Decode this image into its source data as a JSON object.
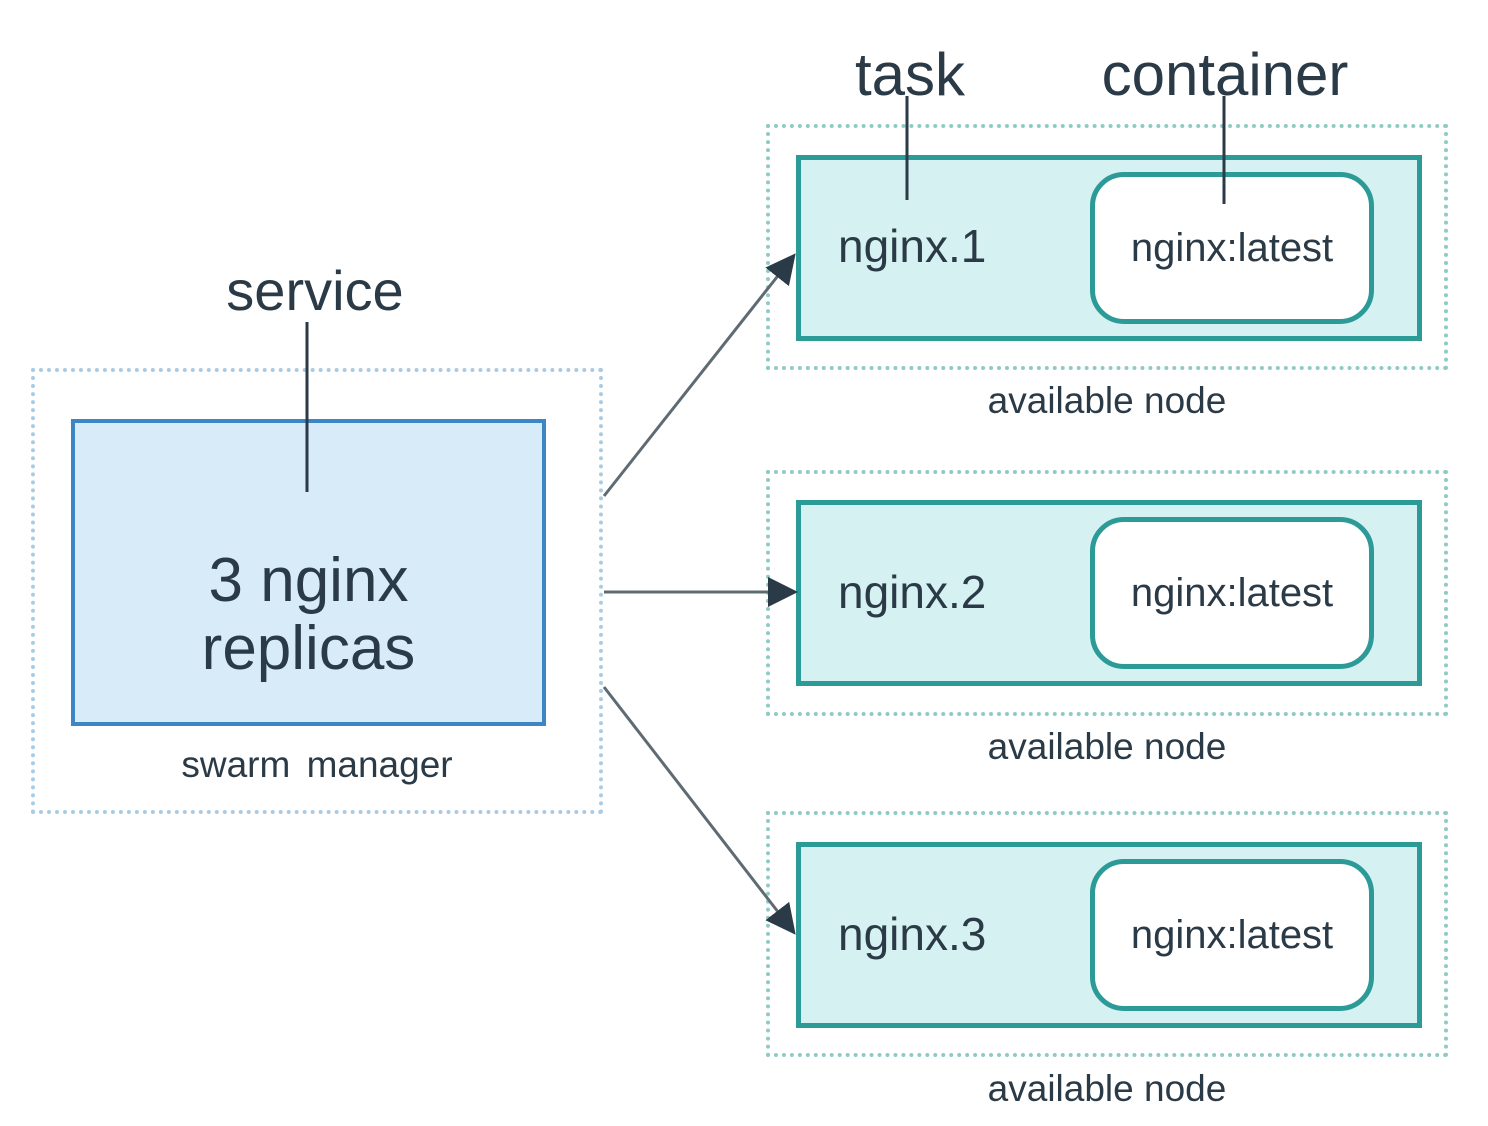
{
  "labels": {
    "service": "service",
    "task": "task",
    "container": "container",
    "manager": "swarm manager"
  },
  "service": {
    "line1": "3 nginx",
    "line2": "replicas"
  },
  "nodes": [
    {
      "task": "nginx.1",
      "container": "nginx:latest",
      "caption": "available node"
    },
    {
      "task": "nginx.2",
      "container": "nginx:latest",
      "caption": "available node"
    },
    {
      "task": "nginx.3",
      "container": "nginx:latest",
      "caption": "available node"
    }
  ],
  "colors": {
    "manager_border": "#a9cbe3",
    "service_fill": "#d8ebf9",
    "service_border": "#3d86c6",
    "node_border": "#8fcbc4",
    "task_fill": "#d6f1f1",
    "task_border": "#2c9a96",
    "text": "#2b3a47",
    "arrow": "#5f6b73"
  }
}
